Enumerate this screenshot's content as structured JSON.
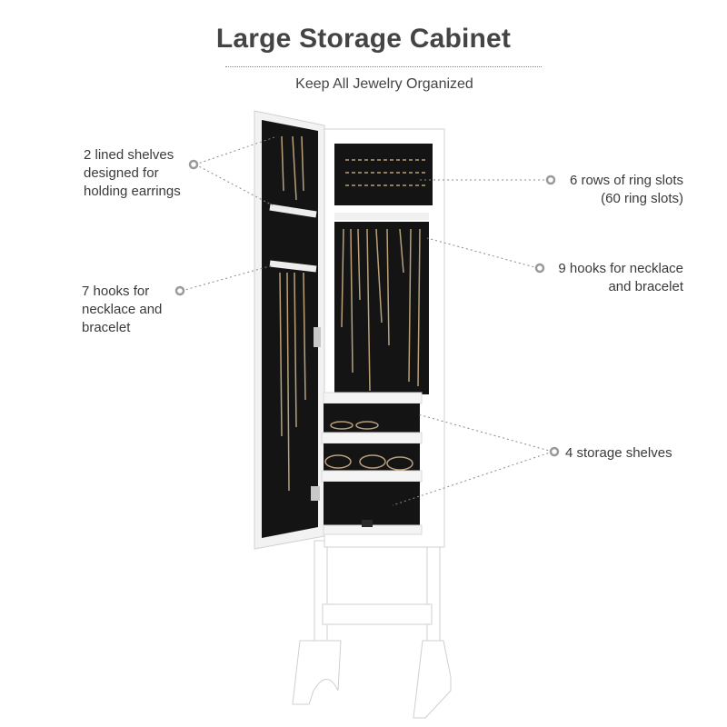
{
  "header": {
    "title": "Large Storage Cabinet",
    "subtitle": "Keep All Jewelry Organized"
  },
  "callouts": {
    "lined_shelves": "2 lined shelves\ndesigned for\nholding earrings",
    "door_hooks": "7 hooks for\nnecklace and\nbracelet",
    "ring_slots": "6 rows of ring slots\n(60 ring slots)",
    "necklace_hooks": "9 hooks for necklace\nand bracelet",
    "storage_shelves": "4 storage shelves"
  },
  "colors": {
    "cabinet": "#ffffff",
    "lining": "#141414",
    "leader": "#8a8a8a",
    "dot": "#9a9a9a",
    "jewelry": "#b8a07a"
  }
}
